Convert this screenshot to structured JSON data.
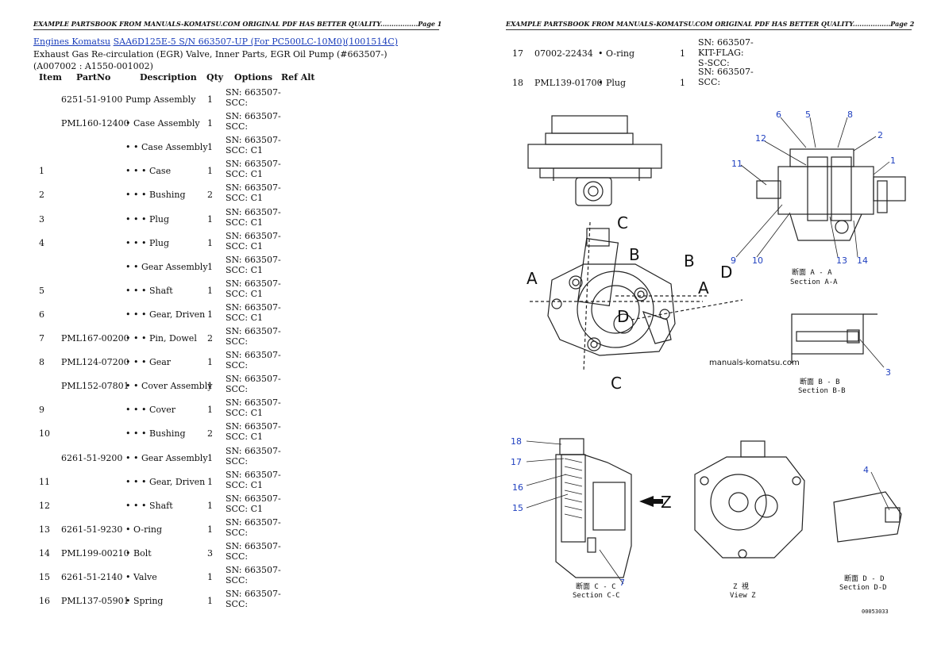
{
  "header": {
    "page1": "EXAMPLE PARTSBOOK FROM MANUALS-KOMATSU.COM ORIGINAL PDF HAS BETTER QUALITY.................Page 1",
    "page2": "EXAMPLE PARTSBOOK FROM MANUALS-KOMATSU.COM ORIGINAL PDF HAS BETTER QUALITY.................Page 2"
  },
  "breadcrumb": {
    "link1": "Engines Komatsu",
    "link2": "SAA6D125E-5 S/N 663507-UP (For PC500LC-10M0)(1001514C)"
  },
  "subtitle": "Exhaust Gas Re-circulation (EGR) Valve, Inner Parts, EGR Oil Pump (#663507-)(A007002 : A1550-001002)",
  "columns": {
    "item": "Item",
    "partno": "PartNo",
    "description": "Description",
    "qty": "Qty",
    "options": "Options",
    "refalt": "Ref Alt"
  },
  "rows": [
    {
      "item": "",
      "part": "6251-51-9100",
      "desc": "Pump Assembly",
      "qty": "1",
      "opt": "SN: 663507-SCC:"
    },
    {
      "item": "",
      "part": "PML160-12400",
      "desc": "• Case Assembly",
      "qty": "1",
      "opt": "SN: 663507-SCC:"
    },
    {
      "item": "",
      "part": "",
      "desc": "• • Case Assembly",
      "qty": "1",
      "opt": "SN: 663507-SCC: C1"
    },
    {
      "item": "1",
      "part": "",
      "desc": "• • • Case",
      "qty": "1",
      "opt": "SN: 663507-SCC: C1"
    },
    {
      "item": "2",
      "part": "",
      "desc": "• • • Bushing",
      "qty": "2",
      "opt": "SN: 663507-SCC: C1"
    },
    {
      "item": "3",
      "part": "",
      "desc": "• • • Plug",
      "qty": "1",
      "opt": "SN: 663507-SCC: C1"
    },
    {
      "item": "4",
      "part": "",
      "desc": "• • • Plug",
      "qty": "1",
      "opt": "SN: 663507-SCC: C1"
    },
    {
      "item": "",
      "part": "",
      "desc": "• • Gear Assembly",
      "qty": "1",
      "opt": "SN: 663507-SCC: C1"
    },
    {
      "item": "5",
      "part": "",
      "desc": "• • • Shaft",
      "qty": "1",
      "opt": "SN: 663507-SCC: C1"
    },
    {
      "item": "6",
      "part": "",
      "desc": "• • • Gear, Driven",
      "qty": "1",
      "opt": "SN: 663507-SCC: C1"
    },
    {
      "item": "7",
      "part": "PML167-00200",
      "desc": "• • • Pin, Dowel",
      "qty": "2",
      "opt": "SN: 663507-SCC:"
    },
    {
      "item": "8",
      "part": "PML124-07200",
      "desc": "• • • Gear",
      "qty": "1",
      "opt": "SN: 663507-SCC:"
    },
    {
      "item": "",
      "part": "PML152-07801",
      "desc": "• • Cover Assembly",
      "qty": "1",
      "opt": "SN: 663507-SCC:"
    },
    {
      "item": "9",
      "part": "",
      "desc": "• • • Cover",
      "qty": "1",
      "opt": "SN: 663507-SCC: C1"
    },
    {
      "item": "10",
      "part": "",
      "desc": "• • • Bushing",
      "qty": "2",
      "opt": "SN: 663507-SCC: C1"
    },
    {
      "item": "",
      "part": "6261-51-9200",
      "desc": "• • Gear Assembly",
      "qty": "1",
      "opt": "SN: 663507-SCC:"
    },
    {
      "item": "11",
      "part": "",
      "desc": "• • • Gear, Driven",
      "qty": "1",
      "opt": "SN: 663507-SCC: C1"
    },
    {
      "item": "12",
      "part": "",
      "desc": "• • • Shaft",
      "qty": "1",
      "opt": "SN: 663507-SCC: C1"
    },
    {
      "item": "13",
      "part": "6261-51-9230",
      "desc": "• O-ring",
      "qty": "1",
      "opt": "SN: 663507-SCC:"
    },
    {
      "item": "14",
      "part": "PML199-00210",
      "desc": "• Bolt",
      "qty": "3",
      "opt": "SN: 663507-SCC:"
    },
    {
      "item": "15",
      "part": "6261-51-2140",
      "desc": "• Valve",
      "qty": "1",
      "opt": "SN: 663507-SCC:"
    },
    {
      "item": "16",
      "part": "PML137-05901",
      "desc": "• Spring",
      "qty": "1",
      "opt": "SN: 663507-SCC:"
    }
  ],
  "rows_page2": [
    {
      "item": "17",
      "part": "07002-22434",
      "desc": "• O-ring",
      "qty": "1",
      "opt": "SN: 663507-KIT-FLAG: S-SCC:"
    },
    {
      "item": "18",
      "part": "PML139-01700",
      "desc": "• Plug",
      "qty": "1",
      "opt": "SN: 663507-SCC:"
    }
  ],
  "diagram": {
    "section_aa_jp": "断面 A - A",
    "section_aa": "Section A-A",
    "section_bb_jp": "断面 B - B",
    "section_bb": "Section B-B",
    "section_cc_jp": "断面 C - C",
    "section_cc": "Section C-C",
    "view_z_jp": "Z  視",
    "view_z": "View Z",
    "section_dd_jp": "断面 D - D",
    "section_dd": "Section D-D",
    "watermark": "manuals-komatsu.com",
    "code": "00053033",
    "label_color": "#1f3fbf"
  }
}
